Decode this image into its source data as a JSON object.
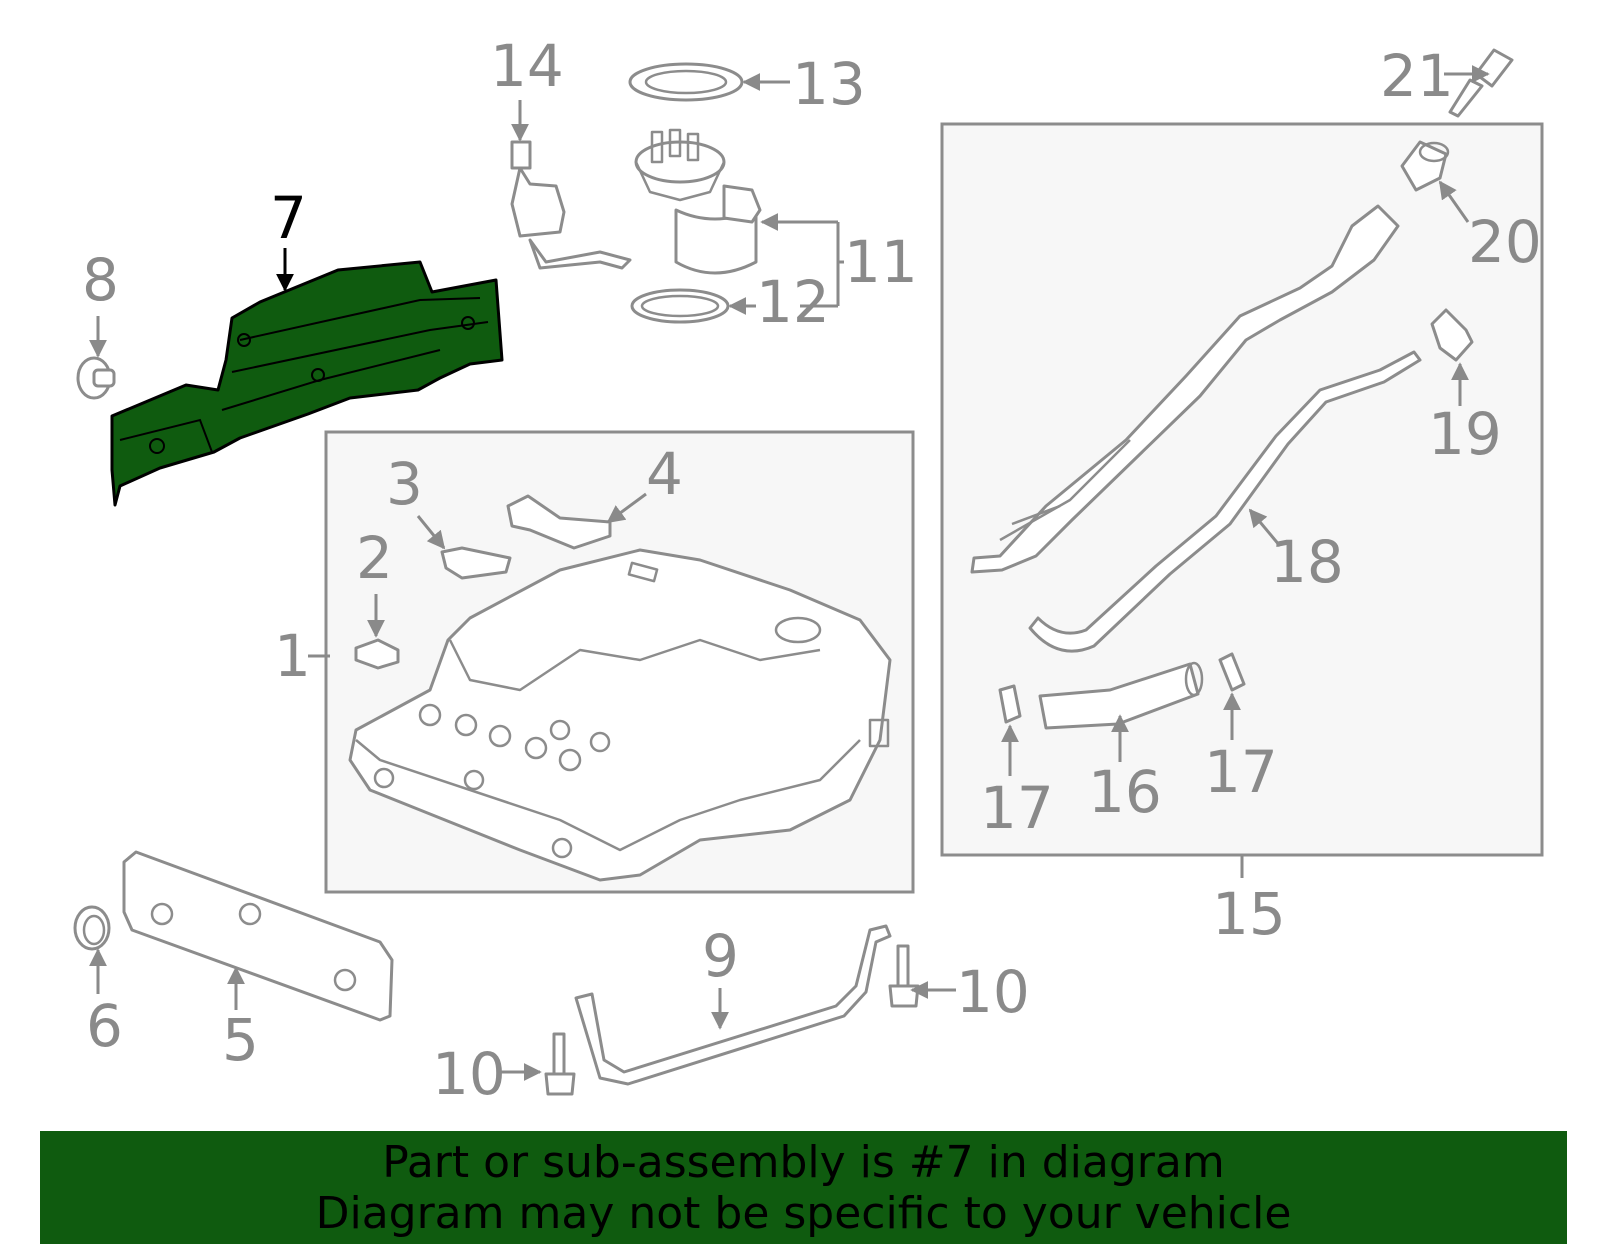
{
  "highlight": {
    "part_number": "7",
    "color": "#0f5b0f"
  },
  "callouts": {
    "c1": "1",
    "c2": "2",
    "c3": "3",
    "c4": "4",
    "c5": "5",
    "c6": "6",
    "c7": "7",
    "c8": "8",
    "c9": "9",
    "c10a": "10",
    "c10b": "10",
    "c11": "11",
    "c12": "12",
    "c13": "13",
    "c14": "14",
    "c15": "15",
    "c16": "16",
    "c17a": "17",
    "c17b": "17",
    "c18": "18",
    "c19": "19",
    "c20": "20",
    "c21": "21"
  },
  "banner": {
    "line1": "Part or sub-assembly is #7 in diagram",
    "line2": "Diagram may not be specific to your vehicle"
  }
}
